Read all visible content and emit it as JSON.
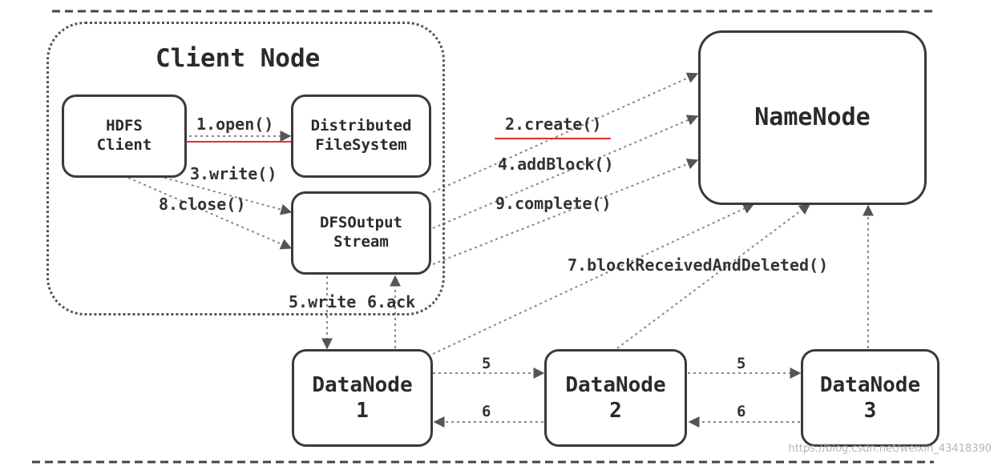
{
  "client_node": {
    "title": "Client Node"
  },
  "hdfs_client": {
    "line1": "HDFS",
    "line2": "Client"
  },
  "distributed_fs": {
    "line1": "Distributed",
    "line2": "FileSystem"
  },
  "dfs_output": {
    "line1": "DFSOutput",
    "line2": "Stream"
  },
  "namenode": {
    "label": "NameNode"
  },
  "datanodes": [
    {
      "name": "DataNode",
      "index": "1"
    },
    {
      "name": "DataNode",
      "index": "2"
    },
    {
      "name": "DataNode",
      "index": "3"
    }
  ],
  "steps": {
    "open": "1.open()",
    "create": "2.create()",
    "write_stream": "3.write()",
    "add_block": "4.addBlock()",
    "write_packet": "5.write",
    "ack": "6.ack",
    "block_received": "7.blockReceivedAndDeleted()",
    "close": "8.close()",
    "complete": "9.complete()",
    "pipeline_forward": "5",
    "pipeline_ack": "6"
  },
  "watermark": "https://blog.csdn.net/weixin_43418390",
  "colors": {
    "underline": "#e0302e",
    "stroke": "#3a3a3a",
    "dotted": "#888888"
  }
}
